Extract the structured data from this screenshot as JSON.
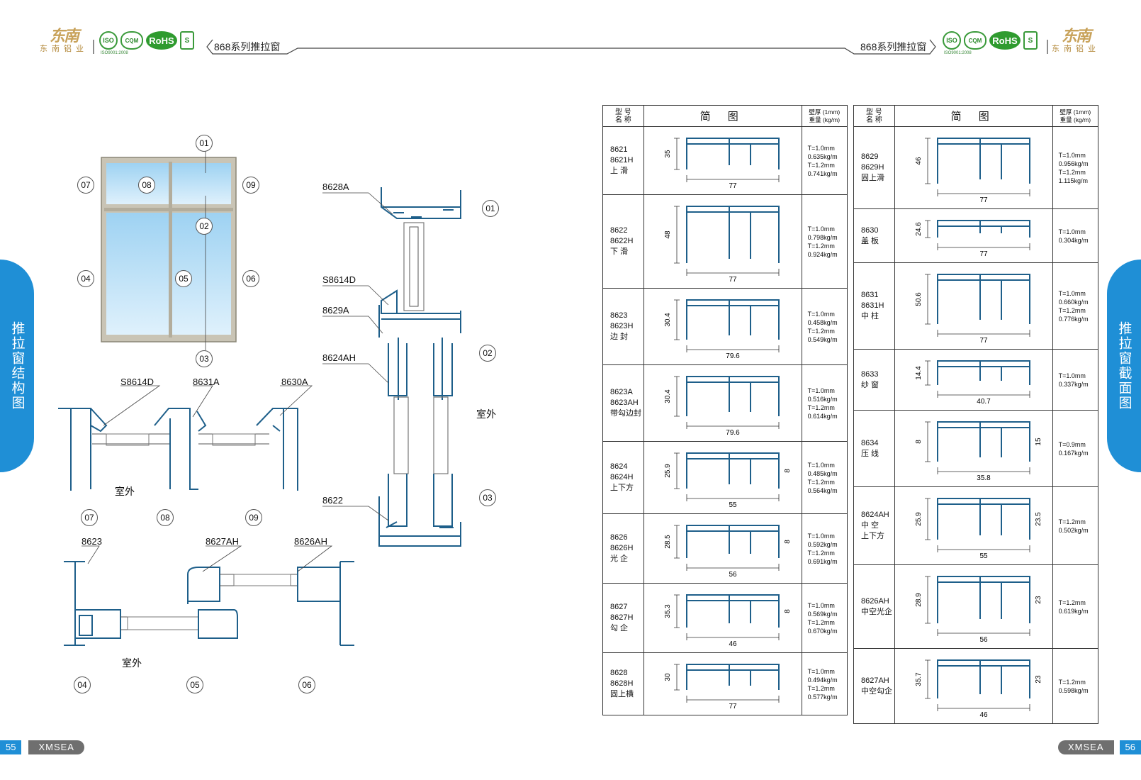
{
  "header": {
    "brand_mark": "东南",
    "brand_name": "东南铝业",
    "series_title": "868系列推拉窗",
    "certs": [
      "ISO",
      "CQM",
      "RoHS",
      "S"
    ],
    "cert_caption": "ISO9001:2008"
  },
  "left_page": {
    "side_tab": "推拉窗结构图",
    "page_number": "55",
    "brand": "XMSEA",
    "window_markers": [
      "01",
      "02",
      "03",
      "04",
      "05",
      "06",
      "07",
      "08",
      "09"
    ],
    "vertical_section": {
      "callouts": [
        "8628A",
        "S8614D",
        "8629A",
        "8624AH",
        "8622"
      ],
      "markers": [
        "01",
        "02",
        "03"
      ],
      "outside_label": "室外"
    },
    "top_section": {
      "callouts": [
        "S8614D",
        "8631A",
        "8630A"
      ],
      "markers": [
        "07",
        "08",
        "09"
      ],
      "outside_label": "室外"
    },
    "bottom_section": {
      "callouts": [
        "8623",
        "8627AH",
        "8626AH"
      ],
      "markers": [
        "04",
        "05",
        "06"
      ],
      "outside_label": "室外"
    }
  },
  "right_page": {
    "side_tab": "推拉窗截面图",
    "page_number": "56",
    "brand": "XMSEA",
    "table_headers": {
      "model": [
        "型 号",
        "名 称"
      ],
      "sketch": "简 图",
      "weight": [
        "壁厚 (1mm)",
        "重量 (kg/m)"
      ]
    },
    "left_table": [
      {
        "model": [
          "8621",
          "8621H",
          "上 滑"
        ],
        "spec": [
          "T=1.0mm",
          "0.635kg/m",
          "T=1.2mm",
          "0.741kg/m"
        ],
        "dims": [
          "35",
          "77"
        ]
      },
      {
        "model": [
          "8622",
          "8622H",
          "下 滑"
        ],
        "spec": [
          "T=1.0mm",
          "0.798kg/m",
          "T=1.2mm",
          "0.924kg/m"
        ],
        "dims": [
          "48",
          "77"
        ]
      },
      {
        "model": [
          "8623",
          "8623H",
          "边 封"
        ],
        "spec": [
          "T=1.0mm",
          "0.458kg/m",
          "T=1.2mm",
          "0.549kg/m"
        ],
        "dims": [
          "30.4",
          "79.6"
        ]
      },
      {
        "model": [
          "8623A",
          "8623AH",
          "带勾边封"
        ],
        "spec": [
          "T=1.0mm",
          "0.516kg/m",
          "T=1.2mm",
          "0.614kg/m"
        ],
        "dims": [
          "30.4",
          "79.6"
        ]
      },
      {
        "model": [
          "8624",
          "8624H",
          "上下方"
        ],
        "spec": [
          "T=1.0mm",
          "0.485kg/m",
          "T=1.2mm",
          "0.564kg/m"
        ],
        "dims": [
          "25.9",
          "55",
          "8"
        ]
      },
      {
        "model": [
          "8626",
          "8626H",
          "光 企"
        ],
        "spec": [
          "T=1.0mm",
          "0.592kg/m",
          "T=1.2mm",
          "0.691kg/m"
        ],
        "dims": [
          "28.5",
          "56",
          "8"
        ]
      },
      {
        "model": [
          "8627",
          "8627H",
          "勾 企"
        ],
        "spec": [
          "T=1.0mm",
          "0.569kg/m",
          "T=1.2mm",
          "0.670kg/m"
        ],
        "dims": [
          "35.3",
          "46",
          "8"
        ]
      },
      {
        "model": [
          "8628",
          "8628H",
          "固上横"
        ],
        "spec": [
          "T=1.0mm",
          "0.494kg/m",
          "T=1.2mm",
          "0.577kg/m"
        ],
        "dims": [
          "30",
          "77"
        ]
      }
    ],
    "right_table": [
      {
        "model": [
          "8629",
          "8629H",
          "固上滑"
        ],
        "spec": [
          "T=1.0mm",
          "0.956kg/m",
          "T=1.2mm",
          "1.115kg/m"
        ],
        "dims": [
          "46",
          "77"
        ]
      },
      {
        "model": [
          "8630",
          "盖 板"
        ],
        "spec": [
          "T=1.0mm",
          "0.304kg/m"
        ],
        "dims": [
          "24.6",
          "77"
        ]
      },
      {
        "model": [
          "8631",
          "8631H",
          "中 柱"
        ],
        "spec": [
          "T=1.0mm",
          "0.660kg/m",
          "T=1.2mm",
          "0.776kg/m"
        ],
        "dims": [
          "50.6",
          "77"
        ]
      },
      {
        "model": [
          "8633",
          "纱 窗"
        ],
        "spec": [
          "T=1.0mm",
          "0.337kg/m"
        ],
        "dims": [
          "14.4",
          "40.7"
        ]
      },
      {
        "model": [
          "8634",
          "压 线"
        ],
        "spec": [
          "T=0.9mm",
          "0.167kg/m"
        ],
        "dims": [
          "8",
          "35.8",
          "15"
        ]
      },
      {
        "model": [
          "8624AH",
          "中 空",
          "上下方"
        ],
        "spec": [
          "T=1.2mm",
          "0.502kg/m"
        ],
        "dims": [
          "25.9",
          "55",
          "23.5"
        ]
      },
      {
        "model": [
          "8626AH",
          "中空光企"
        ],
        "spec": [
          "T=1.2mm",
          "0.619kg/m"
        ],
        "dims": [
          "28.9",
          "56",
          "23"
        ]
      },
      {
        "model": [
          "8627AH",
          "中空勾企"
        ],
        "spec": [
          "T=1.2mm",
          "0.598kg/m"
        ],
        "dims": [
          "35.7",
          "46",
          "23"
        ]
      }
    ]
  },
  "colors": {
    "accent_blue": "#1f8fd6",
    "profile_blue": "#1e5f8a",
    "gold": "#b48a3c",
    "cert_green": "#2f9b2f"
  }
}
